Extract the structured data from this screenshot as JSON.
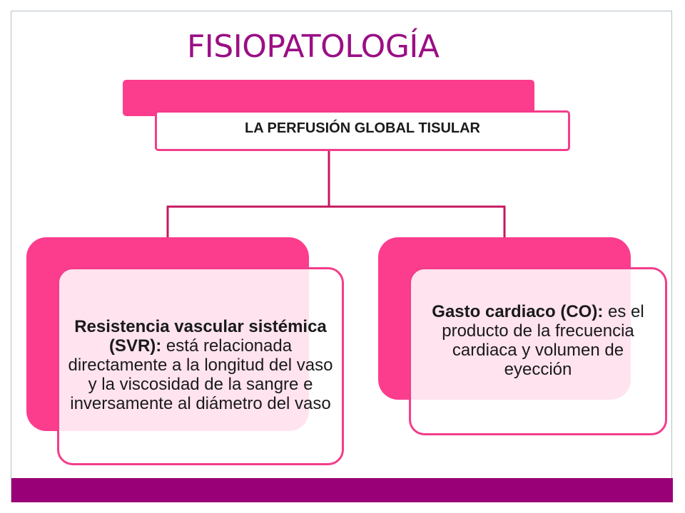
{
  "slide": {
    "title": "FISIOPATOLOGÍA",
    "colors": {
      "title": "#9a0f85",
      "accent_pink": "#fc3d8e",
      "border_pink": "#f33d8b",
      "connector": "#c4185e",
      "footer_bar": "#990077"
    }
  },
  "diagram": {
    "root": {
      "label": "LA PERFUSIÓN GLOBAL TISULAR"
    },
    "children": [
      {
        "term": "Resistencia vascular sistémica (SVR):",
        "description": " está relacionada directamente a la longitud del vaso y la viscosidad de la sangre e inversamente al diámetro del vaso"
      },
      {
        "term": "Gasto  cardiaco (CO):",
        "description": " es el producto de la frecuencia cardiaca y volumen de eyección"
      }
    ]
  }
}
